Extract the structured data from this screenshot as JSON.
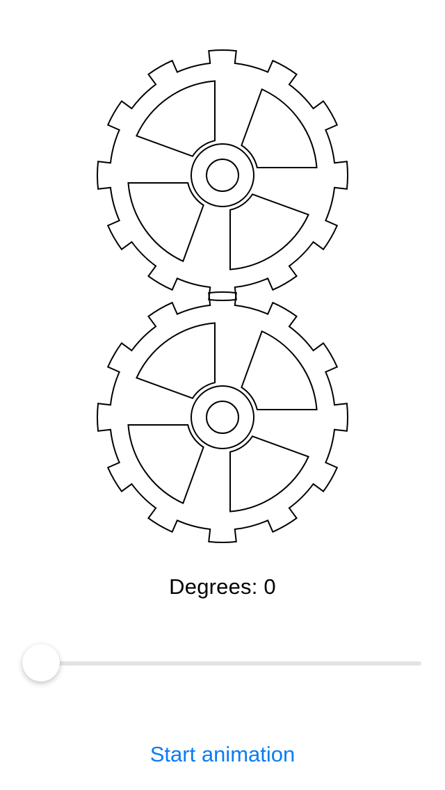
{
  "gears": [
    {
      "name": "gear-top",
      "teeth": 12,
      "rotation_degrees": 0
    },
    {
      "name": "gear-bottom",
      "teeth": 12,
      "rotation_degrees": 0
    }
  ],
  "degrees": {
    "label": "Degrees: 0",
    "value": 0
  },
  "slider": {
    "value": 0,
    "min": 0,
    "max": 360,
    "track_color": "#e3e3e3",
    "fill_color": "#007aff",
    "thumb_color": "#ffffff"
  },
  "button": {
    "label": "Start animation",
    "color": "#0a7cf4"
  },
  "colors": {
    "background": "#ffffff",
    "gear_stroke": "#000000",
    "text": "#000000"
  }
}
